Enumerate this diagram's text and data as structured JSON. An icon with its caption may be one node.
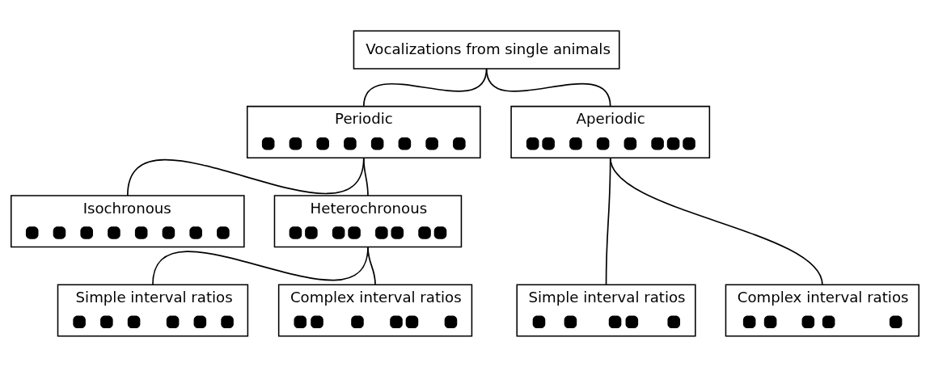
{
  "diagram": {
    "nodes": [
      {
        "text": [
          "Vocalizations from single animals"
        ]
      },
      {
        "text": [
          "Periodic"
        ]
      },
      {
        "text": [
          "Aperiodic"
        ]
      },
      {
        "text": [
          "Isochronous"
        ]
      },
      {
        "text": [
          "Heterochronous"
        ]
      },
      {
        "text": [
          "Simple interval ratios"
        ]
      },
      {
        "text": [
          "Complex interval ratios"
        ]
      },
      {
        "text": [
          "Simple interval ratios"
        ]
      },
      {
        "text": [
          "Complex interval ratios"
        ]
      }
    ],
    "edges": [
      {
        "from": 0,
        "to": 1,
        "arrow": "none"
      },
      {
        "from": 0,
        "to": 2,
        "arrow": "none"
      },
      {
        "from": 1,
        "to": 3,
        "arrow": "none"
      },
      {
        "from": 1,
        "to": 4,
        "arrow": "none"
      },
      {
        "from": 4,
        "to": 5,
        "arrow": "none"
      },
      {
        "from": 4,
        "to": 6,
        "arrow": "none"
      },
      {
        "from": 2,
        "to": 7,
        "arrow": "none"
      },
      {
        "from": 2,
        "to": 8,
        "arrow": "none"
      }
    ]
  }
}
